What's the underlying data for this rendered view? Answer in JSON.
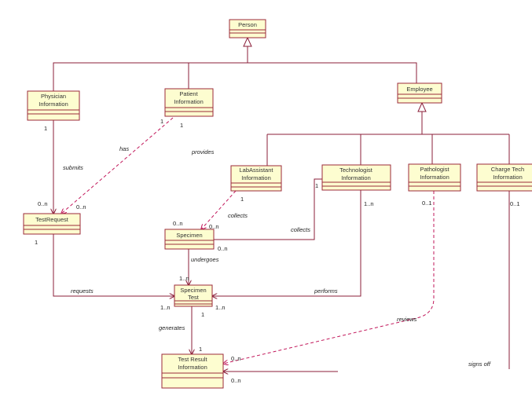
{
  "classes": {
    "person": [
      "Person"
    ],
    "physician": [
      "Physician",
      "Information"
    ],
    "patient": [
      "Patient",
      "Information"
    ],
    "employee": [
      "Employee"
    ],
    "lab_assistant": [
      "LabAssistant",
      "Information"
    ],
    "technologist": [
      "Technologist",
      "Information"
    ],
    "pathologist": [
      "Pathologist",
      "Information"
    ],
    "charge_tech": [
      "Charge Tech",
      "Information"
    ],
    "test_request": [
      "TestRequest"
    ],
    "specimen": [
      "Specimen"
    ],
    "specimen_test": [
      "Specimen",
      "Test"
    ],
    "test_result": [
      "Test Result",
      "Information"
    ]
  },
  "associations": {
    "submits": "submits",
    "has": "has",
    "provides": "provides",
    "collects_lab": "collects",
    "collects_tech": "collects",
    "undergoes": "undergoes",
    "requests": "requests",
    "performs": "performs",
    "generates": "generates",
    "reviews": "reviews",
    "signs_off": "signs off"
  },
  "multiplicities": {
    "physician_1": "1",
    "patient_1a": "1",
    "patient_1b": "1",
    "request_0n_a": "0..n",
    "request_0n_b": "0..n",
    "request_1": "1",
    "lab_1": "1",
    "specimen_0n_a": "0..n",
    "specimen_0n_b": "0..n",
    "specimen_0n_c": "0..n",
    "tech_1": "1",
    "tech_1n": "1..n",
    "path_01": "0..1",
    "charge_01": "0..1",
    "stest_1n_top": "1..n",
    "stest_1n_left": "1..n",
    "stest_1n_right": "1..n",
    "stest_1": "1",
    "result_1": "1",
    "result_0n_a": "0..n",
    "result_0n_b": "0..n"
  },
  "colors": {
    "class_fill": "#fdfdd0",
    "class_border": "#9c2a3a",
    "solid_line": "#8b1f3a",
    "dashed_line": "#c2185b"
  }
}
